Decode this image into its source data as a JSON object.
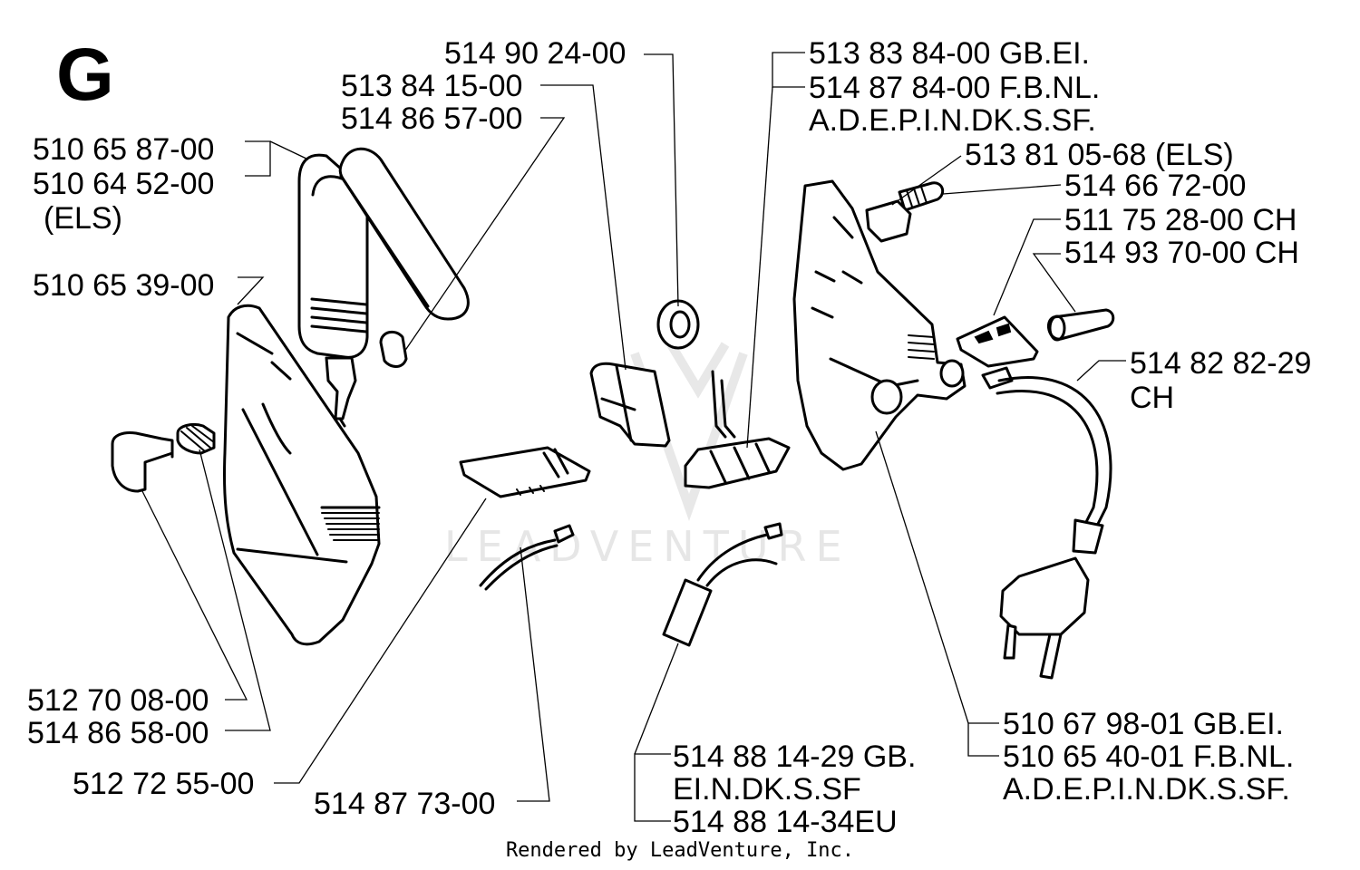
{
  "diagram": {
    "section_letter": "G",
    "watermark": "LEADVENTURE",
    "footer": "Rendered by LeadVenture, Inc.",
    "part_labels": [
      "514 90 24-00",
      "513 84 15-00",
      "514 86 57-00",
      "513 83 84-00 GB.EI.",
      "514 87 84-00 F.B.NL.",
      "A.D.E.P.I.N.DK.S.SF.",
      "513 81 05-68 (ELS)",
      "514 66 72-00",
      "511 75 28-00 CH",
      "514 93 70-00 CH",
      "514 82 82-29",
      "CH",
      "510 65 87-00",
      "510 64 52-00",
      "(ELS)",
      "510 65 39-00",
      "512 70 08-00",
      "514 86 58-00",
      "512 72 55-00",
      "514 87 73-00",
      "514 88 14-29 GB.",
      "EI.N.DK.S.SF",
      "514 88 14-34EU",
      "510 67 98-01 GB.EI.",
      "510 65 40-01 F.B.NL.",
      "A.D.E.P.I.N.DK.S.SF."
    ]
  }
}
